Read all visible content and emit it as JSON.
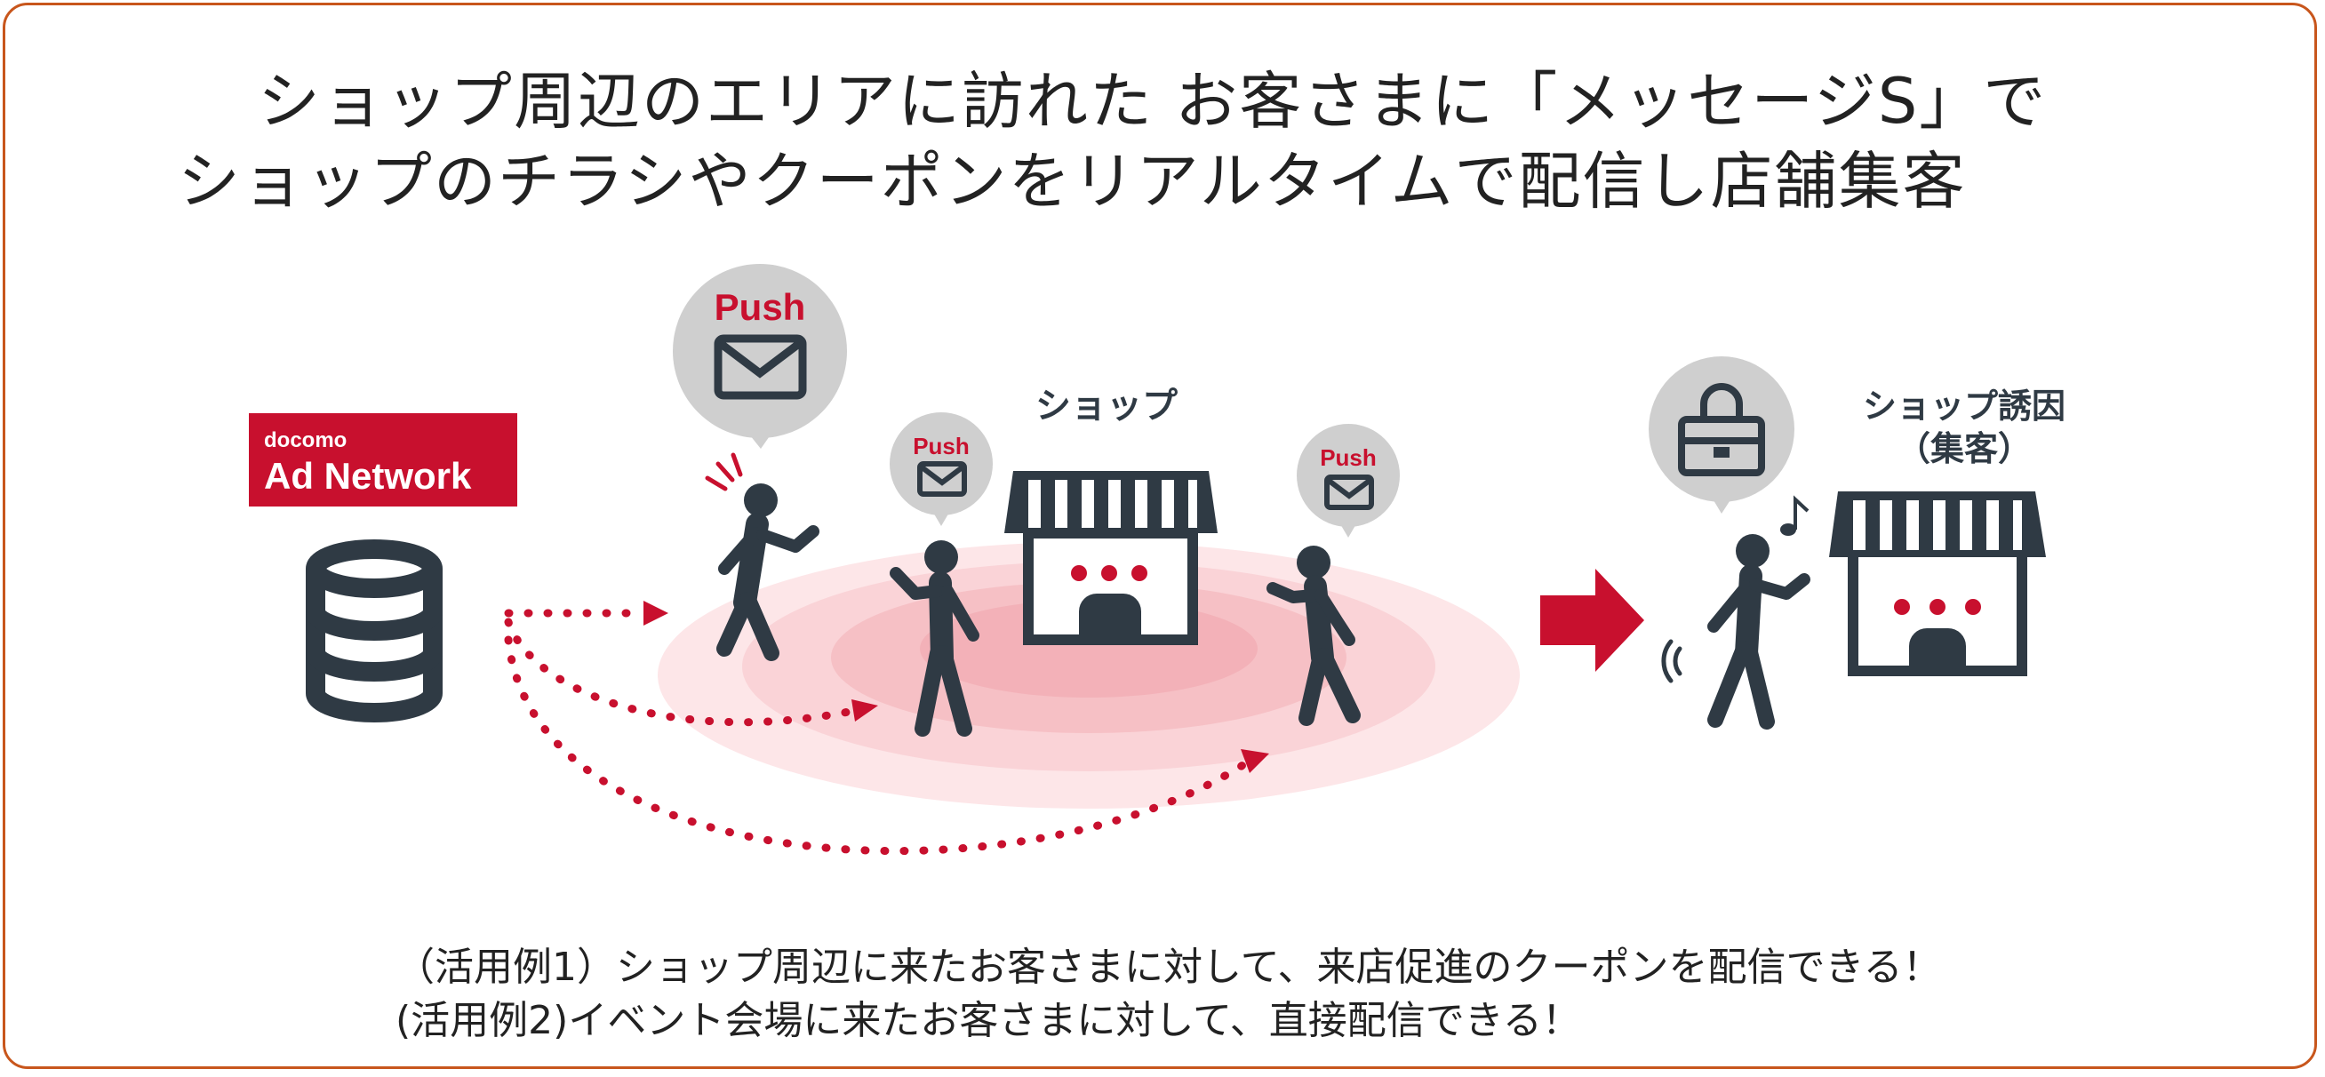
{
  "title": {
    "line1": "ショップ周辺のエリアに訪れた お客さまに「メッセージS」で",
    "line2": "ショップのチラシやクーポンをリアルタイムで配信し店舗集客"
  },
  "brand": {
    "small": "docomo",
    "large": "Ad Network",
    "color": "#c8102e"
  },
  "push_label": "Push",
  "shop_label": "ショップ",
  "result_label": {
    "line1": "ショップ誘因",
    "line2": "（集客）"
  },
  "captions": [
    "（活用例1）ショップ周辺に来たお客さまに対して、来店促進のクーポンを配信できる！",
    "(活用例2)イベント会場に来たお客さまに対して、直接配信できる！"
  ],
  "colors": {
    "accent": "#c8102e",
    "figure": "#2f3a44",
    "bubble": "#cfcfcf",
    "frame": "#c8561c"
  },
  "icons": [
    "database-icon",
    "envelope-icon",
    "person-icon",
    "shop-icon",
    "bag-icon",
    "music-note-icon",
    "arrow-right-icon"
  ]
}
